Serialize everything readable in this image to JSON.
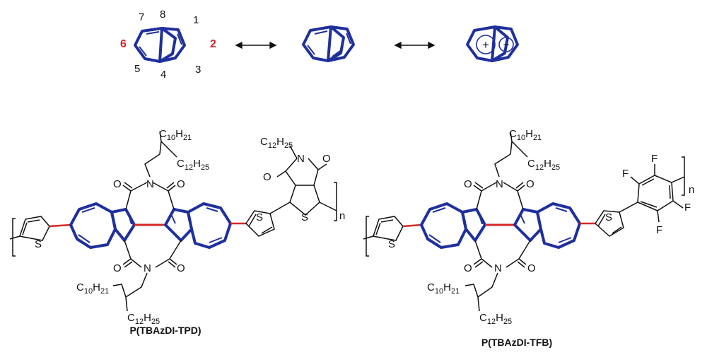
{
  "azulene_numbering": {
    "pos1": "1",
    "pos2": "2",
    "pos3": "3",
    "pos4": "4",
    "pos5": "5",
    "pos6": "6",
    "pos7": "7",
    "pos8": "8"
  },
  "resonance": {
    "charge_plus": "+",
    "charge_minus": "−"
  },
  "polymer_left": {
    "caption": "P(TBAzDI-TPD)",
    "imide_N": "N",
    "imide_O": "O",
    "thiophene_S": "S",
    "sidechain_C10": "C",
    "sidechain_C10_sub": "10",
    "sidechain_H21": "H",
    "sidechain_H21_sub": "21",
    "sidechain_C12": "C",
    "sidechain_C12_sub": "12",
    "sidechain_H25": "H",
    "sidechain_H25_sub": "25",
    "tpd_chain_C": "C",
    "tpd_chain_C_sub": "12",
    "tpd_chain_H": "H",
    "tpd_chain_H_sub": "25",
    "repeat_n": "n"
  },
  "polymer_right": {
    "caption": "P(TBAzDI-TFB)",
    "imide_N": "N",
    "imide_O": "O",
    "thiophene_S": "S",
    "fluorine": "F",
    "sidechain_C10": "C",
    "sidechain_C10_sub": "10",
    "sidechain_H21": "H",
    "sidechain_H21_sub": "21",
    "sidechain_C12": "C",
    "sidechain_C12_sub": "12",
    "sidechain_H25": "H",
    "sidechain_H25_sub": "25",
    "repeat_n": "n"
  },
  "colors": {
    "azulene_blue": "#1f2f9c",
    "link_red": "#d62828",
    "label_red": "#d4242a",
    "bond_black": "#111111"
  }
}
